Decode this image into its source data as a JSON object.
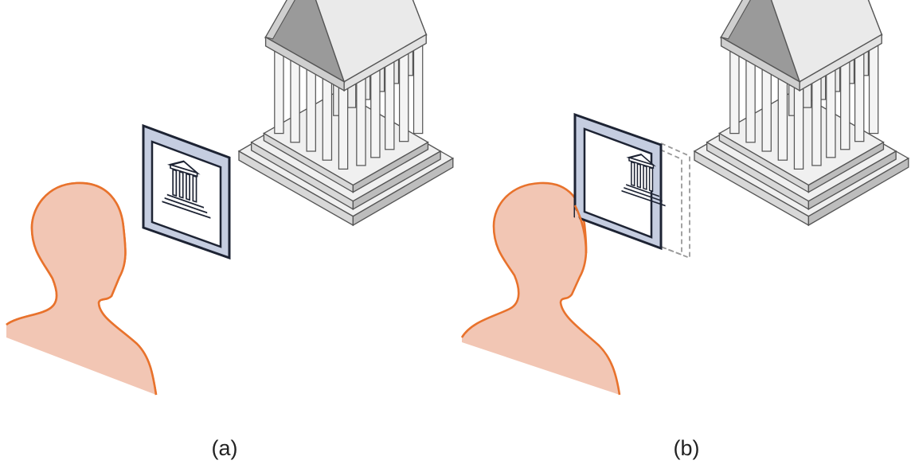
{
  "panels": [
    {
      "id": "a",
      "label": "(a)"
    },
    {
      "id": "b",
      "label": "(b)"
    }
  ],
  "colors": {
    "head_fill": "#f2c6b4",
    "head_stroke": "#e8722c",
    "frame_fill": "#c5cde0",
    "frame_stroke": "#1d2333",
    "building_light": "#f0f0f0",
    "building_mid": "#d8d8d8",
    "building_dark": "#9a9a9a",
    "dashed": "#999999"
  }
}
